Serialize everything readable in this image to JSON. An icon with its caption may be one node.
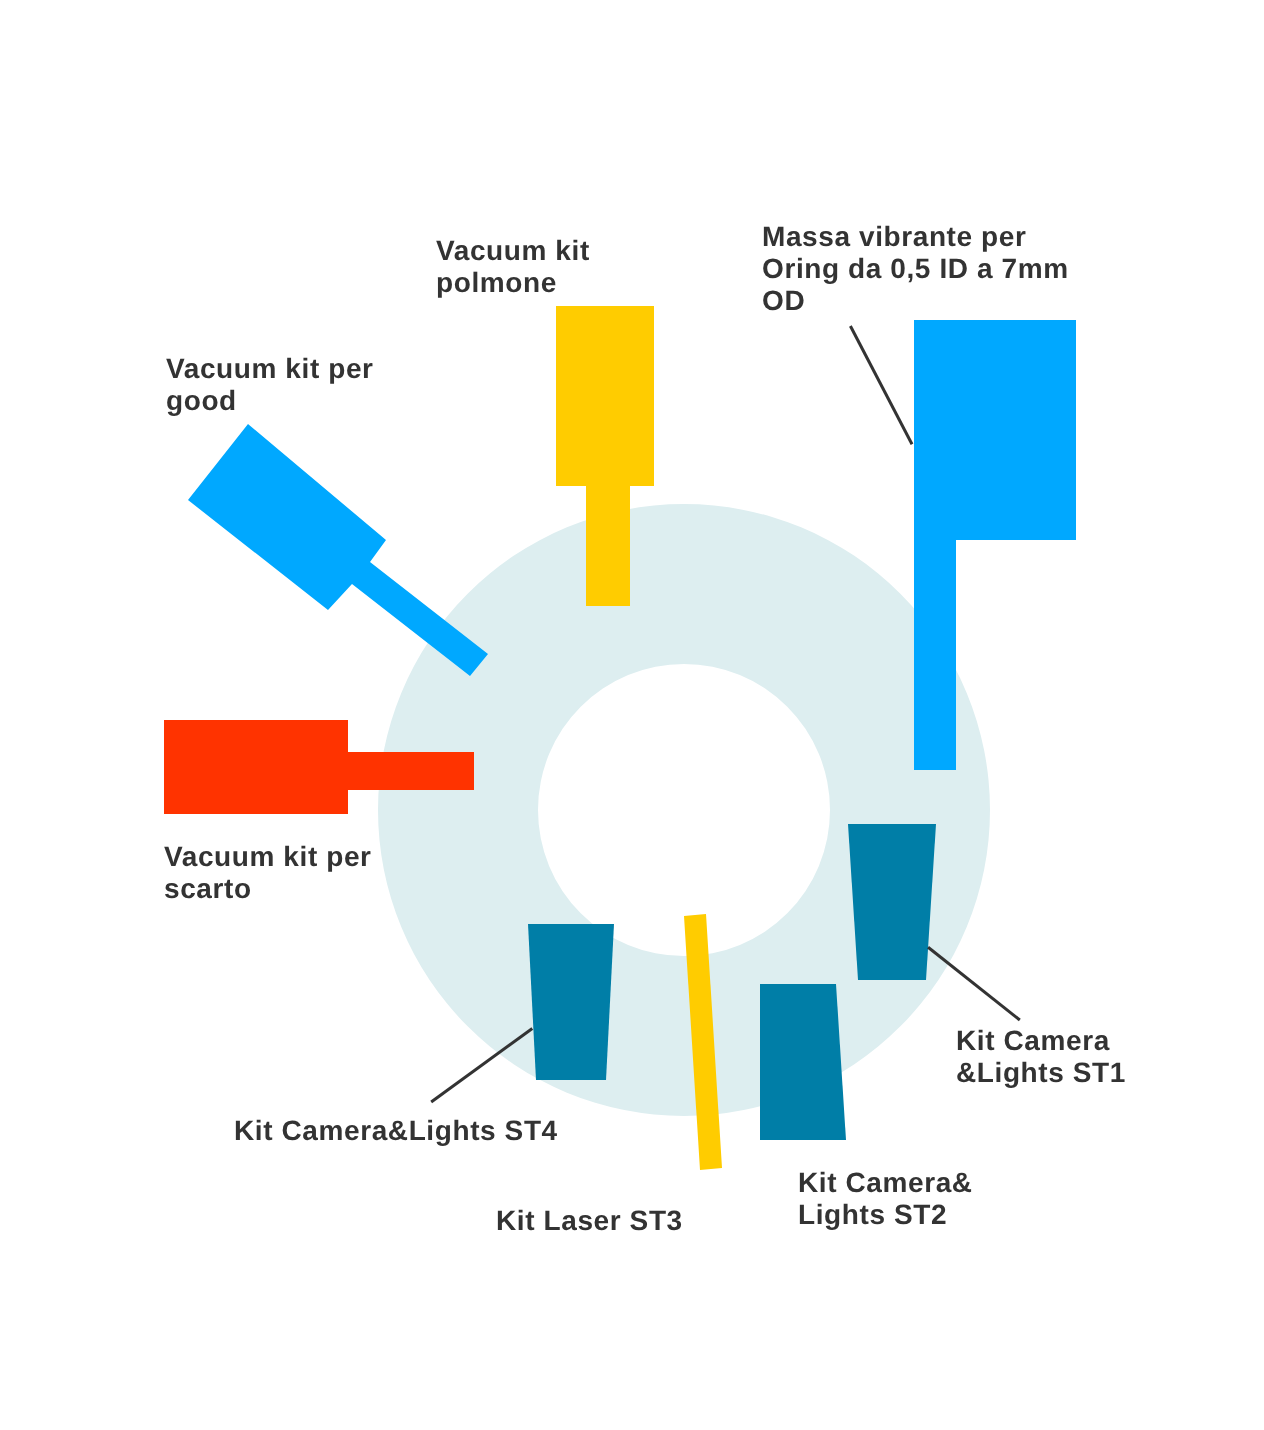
{
  "diagram": {
    "nodes": [
      {
        "text": [
          "Massa vibrante per Oring da 0,5 ID a 7mm OD"
        ]
      },
      {
        "text": [],
        "shape": "box"
      },
      {
        "text": [
          "Kit Camera &Lights ST1"
        ]
      },
      {
        "text": [],
        "shape": "box"
      },
      {
        "text": [
          "Kit Camera&Lights ST4"
        ]
      },
      {
        "text": [],
        "shape": "box"
      },
      {
        "text": [],
        "shape": "box"
      },
      {
        "text": [],
        "shape": "bar"
      }
    ],
    "edges": [
      {
        "from": 0,
        "to": 1,
        "arrow": "none"
      },
      {
        "from": 2,
        "to": 3,
        "arrow": "none"
      },
      {
        "from": 4,
        "to": 5,
        "arrow": "none"
      }
    ],
    "labels": [
      "Vacuum kit polmone",
      "Vacuum kit per good",
      "Vacuum kit per scarto",
      "Kit Camera& Lights ST2",
      "Kit Laser ST3"
    ]
  }
}
